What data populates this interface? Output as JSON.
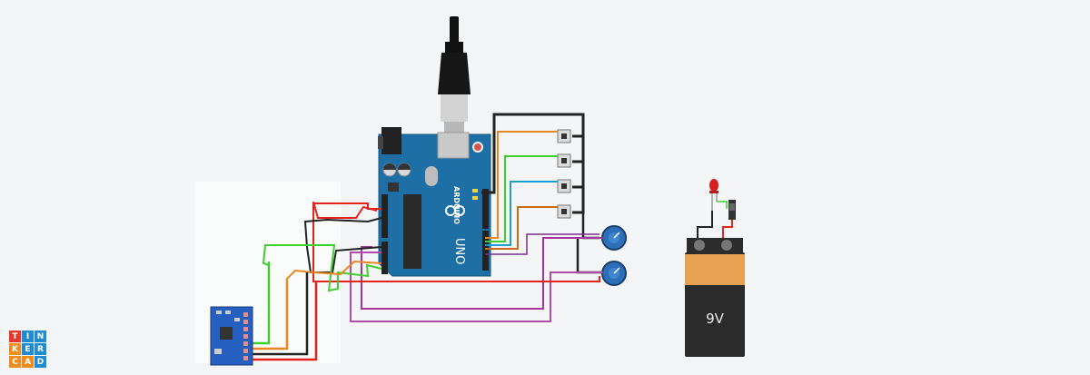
{
  "logo": {
    "letters": [
      "T",
      "I",
      "N",
      "K",
      "E",
      "R",
      "C",
      "A",
      "D"
    ],
    "colors": [
      "#e5372a",
      "#1f8bd1",
      "#1f8bd1",
      "#ef8c1e",
      "#1f8bd1",
      "#1f8bd1",
      "#ef8c1e",
      "#ef8c1e",
      "#1f8bd1"
    ]
  },
  "arduino": {
    "brand": "ARDUINO",
    "model": "UNO"
  },
  "battery": {
    "label": "9V"
  },
  "colors": {
    "board": "#1d6fa5",
    "wire_red": "#e4231d",
    "wire_black": "#222222",
    "wire_green": "#3fcf2f",
    "wire_orange": "#ec8622",
    "wire_purple": "#a3349c",
    "wire_cyan": "#1b9fcf",
    "pot": "#2c6fb8",
    "battery_body": "#2b2b2b",
    "battery_band": "#e8a153"
  }
}
